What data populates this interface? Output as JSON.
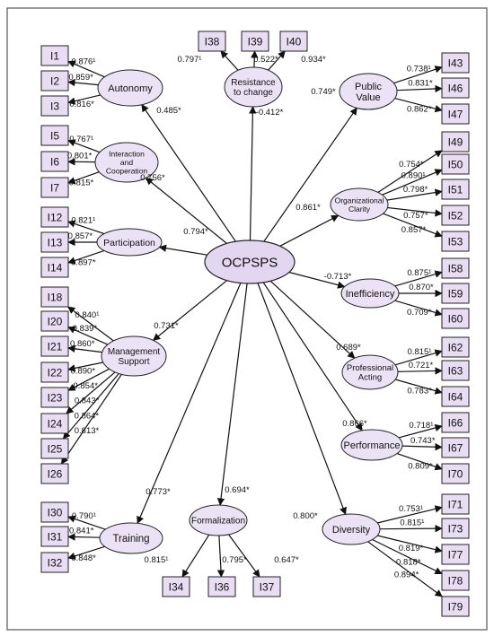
{
  "central": "OCPSPS",
  "colors": {
    "node_fill": "#ece2f6",
    "box_fill": "#e9ddf4",
    "border": "#222222"
  },
  "constructs": [
    {
      "id": "autonomy",
      "label": [
        "Autonomy"
      ],
      "path": "0.485*",
      "items": [
        {
          "name": "I1",
          "loading": "0.876¹"
        },
        {
          "name": "I2",
          "loading": "0.859*"
        },
        {
          "name": "I3",
          "loading": "0.816*"
        }
      ]
    },
    {
      "id": "interaction",
      "label": [
        "Interaction",
        "and",
        "Cooperation"
      ],
      "path": "0.756*",
      "items": [
        {
          "name": "I5",
          "loading": "0.767¹"
        },
        {
          "name": "I6",
          "loading": "0.801*"
        },
        {
          "name": "I7",
          "loading": "0.815*"
        }
      ]
    },
    {
      "id": "participation",
      "label": [
        "Participation"
      ],
      "path": "0.794*",
      "items": [
        {
          "name": "I12",
          "loading": "0.821¹"
        },
        {
          "name": "I13",
          "loading": "0.857*"
        },
        {
          "name": "I14",
          "loading": "0.897*"
        }
      ]
    },
    {
      "id": "management",
      "label": [
        "Management",
        "Support"
      ],
      "path": "0.731*",
      "items": [
        {
          "name": "I18",
          "loading": "0.840¹"
        },
        {
          "name": "I20",
          "loading": "0.839*"
        },
        {
          "name": "I21",
          "loading": "0.860*"
        },
        {
          "name": "I22",
          "loading": "0.890*"
        },
        {
          "name": "I23",
          "loading": "0.854*"
        },
        {
          "name": "I24",
          "loading": "0.843*"
        },
        {
          "name": "I25",
          "loading": "0.864*"
        },
        {
          "name": "I26",
          "loading": "0.813*"
        }
      ]
    },
    {
      "id": "training",
      "label": [
        "Training"
      ],
      "path": "0.773*",
      "items": [
        {
          "name": "I30",
          "loading": "0.790¹"
        },
        {
          "name": "I31",
          "loading": "0.841*"
        },
        {
          "name": "I32",
          "loading": "0.848*"
        }
      ]
    },
    {
      "id": "resistance",
      "label": [
        "Resistance",
        "to change"
      ],
      "path": "-0.412*",
      "items": [
        {
          "name": "I38",
          "loading": "0.797¹"
        },
        {
          "name": "I39",
          "loading": "0.522*"
        },
        {
          "name": "I40",
          "loading": "0.934*"
        }
      ]
    },
    {
      "id": "formalization",
      "label": [
        "Formalization"
      ],
      "path": "0.694*",
      "items": [
        {
          "name": "I34",
          "loading": "0.815¹"
        },
        {
          "name": "I36",
          "loading": "0.795*"
        },
        {
          "name": "I37",
          "loading": "0.647*"
        }
      ]
    },
    {
      "id": "public_value",
      "label": [
        "Public",
        "Value"
      ],
      "path": "0.749*",
      "items": [
        {
          "name": "I43",
          "loading": "0.738¹"
        },
        {
          "name": "I46",
          "loading": "0.831*"
        },
        {
          "name": "I47",
          "loading": "0.862*"
        }
      ]
    },
    {
      "id": "clarity",
      "label": [
        "Organizational",
        "Clarity"
      ],
      "path": "0.861*",
      "items": [
        {
          "name": "I49",
          "loading": "0.754*"
        },
        {
          "name": "I50",
          "loading": "0.890¹"
        },
        {
          "name": "I51",
          "loading": "0.798*"
        },
        {
          "name": "I52",
          "loading": "0.757*"
        },
        {
          "name": "I53",
          "loading": "0.857*"
        }
      ]
    },
    {
      "id": "inefficiency",
      "label": [
        "Inefficiency"
      ],
      "path": "-0.713*",
      "items": [
        {
          "name": "I58",
          "loading": "0.875¹"
        },
        {
          "name": "I59",
          "loading": "0.870*"
        },
        {
          "name": "I60",
          "loading": "0.709*"
        }
      ]
    },
    {
      "id": "professional",
      "label": [
        "Professional",
        "Acting"
      ],
      "path": "0.689*",
      "items": [
        {
          "name": "I62",
          "loading": "0.815¹"
        },
        {
          "name": "I63",
          "loading": "0.721*"
        },
        {
          "name": "I64",
          "loading": "0.783*"
        }
      ]
    },
    {
      "id": "performance",
      "label": [
        "Performance"
      ],
      "path": "0.866*",
      "items": [
        {
          "name": "I66",
          "loading": "0.718¹"
        },
        {
          "name": "I67",
          "loading": "0.743*"
        },
        {
          "name": "I70",
          "loading": "0.809*"
        }
      ]
    },
    {
      "id": "diversity",
      "label": [
        "Diversity"
      ],
      "path": "0.800*",
      "items": [
        {
          "name": "I71",
          "loading": "0.753¹"
        },
        {
          "name": "I73",
          "loading": "0.815¹"
        },
        {
          "name": "I77",
          "loading": "0.819*"
        },
        {
          "name": "I78",
          "loading": "0.818*"
        },
        {
          "name": "I79",
          "loading": "0.894*"
        }
      ]
    }
  ]
}
